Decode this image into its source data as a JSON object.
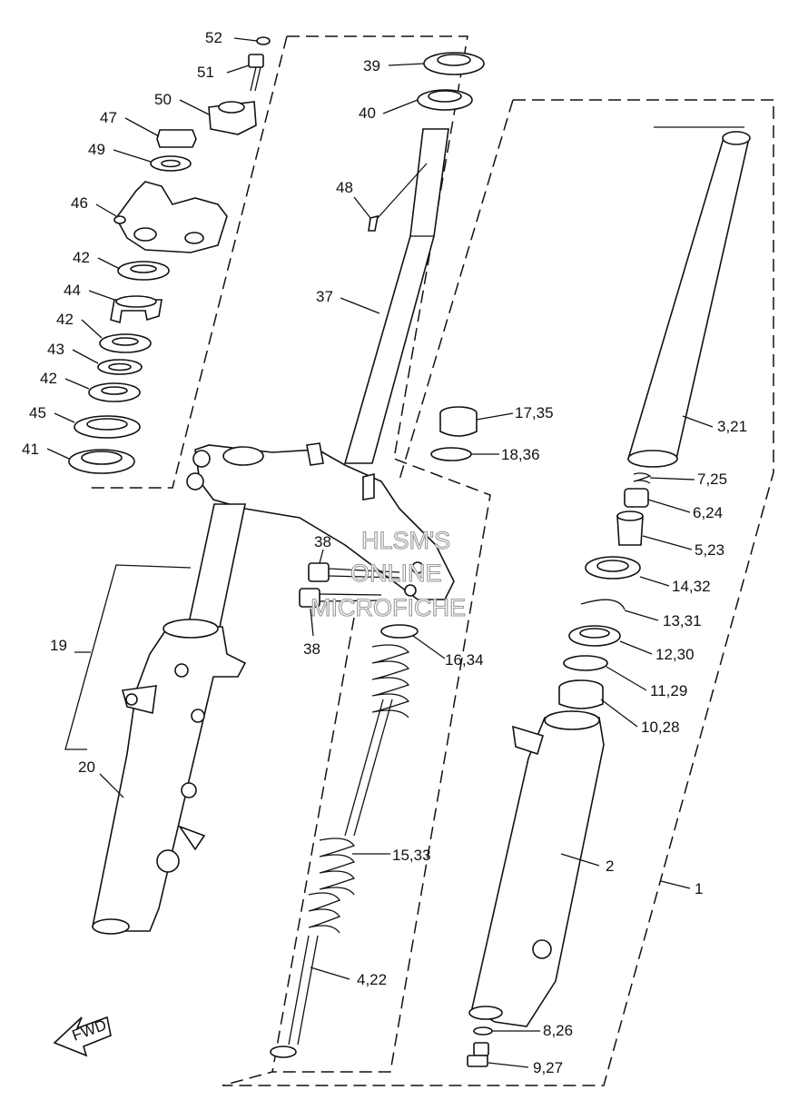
{
  "diagram": {
    "watermark": [
      "HLSM'S",
      "ONLINE",
      "MICROFICHE"
    ],
    "fwd_label": "FWD",
    "callouts": [
      {
        "id": "c52",
        "text": "52"
      },
      {
        "id": "c51",
        "text": "51"
      },
      {
        "id": "c50",
        "text": "50"
      },
      {
        "id": "c47",
        "text": "47"
      },
      {
        "id": "c49",
        "text": "49"
      },
      {
        "id": "c46",
        "text": "46"
      },
      {
        "id": "c42a",
        "text": "42"
      },
      {
        "id": "c44",
        "text": "44"
      },
      {
        "id": "c42b",
        "text": "42"
      },
      {
        "id": "c43",
        "text": "43"
      },
      {
        "id": "c42c",
        "text": "42"
      },
      {
        "id": "c45",
        "text": "45"
      },
      {
        "id": "c41",
        "text": "41"
      },
      {
        "id": "c39",
        "text": "39"
      },
      {
        "id": "c40",
        "text": "40"
      },
      {
        "id": "c48",
        "text": "48"
      },
      {
        "id": "c37",
        "text": "37"
      },
      {
        "id": "c17",
        "text": "17,35"
      },
      {
        "id": "c18",
        "text": "18,36"
      },
      {
        "id": "c38a",
        "text": "38"
      },
      {
        "id": "c38b",
        "text": "38"
      },
      {
        "id": "c16",
        "text": "16,34"
      },
      {
        "id": "c15",
        "text": "15,33"
      },
      {
        "id": "c4",
        "text": "4,22"
      },
      {
        "id": "c19",
        "text": "19"
      },
      {
        "id": "c20",
        "text": "20"
      },
      {
        "id": "c3",
        "text": "3,21"
      },
      {
        "id": "c7",
        "text": "7,25"
      },
      {
        "id": "c6",
        "text": "6,24"
      },
      {
        "id": "c5",
        "text": "5,23"
      },
      {
        "id": "c14",
        "text": "14,32"
      },
      {
        "id": "c13",
        "text": "13,31"
      },
      {
        "id": "c12",
        "text": "12,30"
      },
      {
        "id": "c11",
        "text": "11,29"
      },
      {
        "id": "c10",
        "text": "10,28"
      },
      {
        "id": "c2",
        "text": "2"
      },
      {
        "id": "c1",
        "text": "1"
      },
      {
        "id": "c8",
        "text": "8,26"
      },
      {
        "id": "c9",
        "text": "9,27"
      }
    ]
  }
}
